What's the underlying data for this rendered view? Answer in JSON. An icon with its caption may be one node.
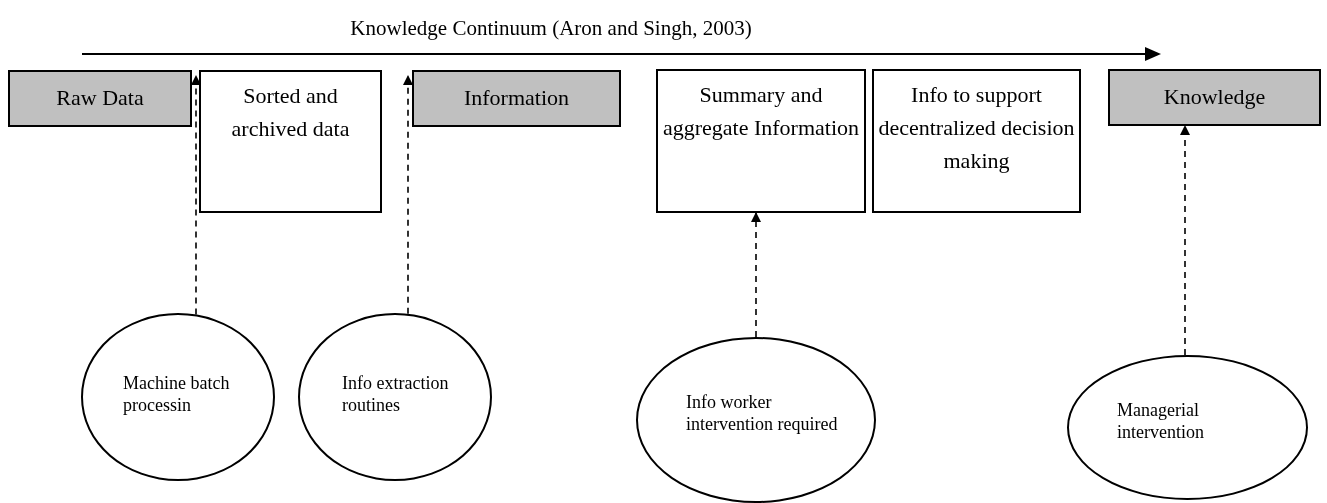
{
  "diagram": {
    "title": "Knowledge Continuum (Aron and Singh, 2003)",
    "nodes": [
      {
        "text": [
          "Raw Data"
        ]
      },
      {
        "text": [
          "Sorted and archived data"
        ]
      },
      {
        "text": [
          "Information"
        ]
      },
      {
        "text": [
          "Summary and aggregate Information"
        ]
      },
      {
        "text": [
          "Info to support decentralized decision making"
        ]
      },
      {
        "text": [
          "Knowledge"
        ]
      },
      {
        "text": [
          "Machine batch processin"
        ]
      },
      {
        "text": [
          "Info extraction routines"
        ]
      },
      {
        "text": [
          "Info worker intervention required"
        ]
      },
      {
        "text": [
          "Managerial intervention"
        ]
      }
    ],
    "edges": [
      {
        "from": 6,
        "to": 1,
        "arrow": "to",
        "style": "dashed"
      },
      {
        "from": 7,
        "to": 2,
        "arrow": "to",
        "style": "dashed"
      },
      {
        "from": 8,
        "to": 3,
        "arrow": "to",
        "style": "dashed"
      },
      {
        "from": 9,
        "to": 5,
        "arrow": "to",
        "style": "dashed"
      }
    ]
  }
}
